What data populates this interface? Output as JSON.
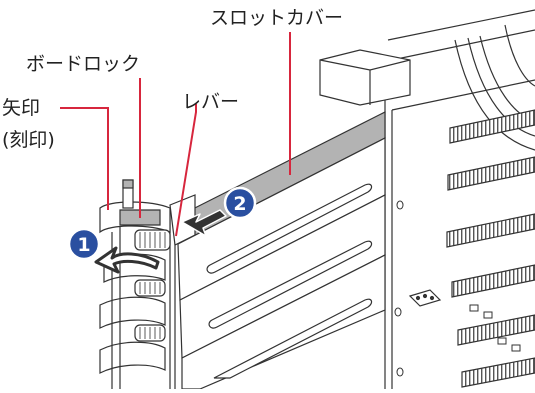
{
  "labels": {
    "slot_cover": "スロットカバー",
    "board_lock": "ボードロック",
    "arrow_mark_line1": "矢印",
    "arrow_mark_line2": "(刻印)",
    "lever": "レバー"
  },
  "steps": {
    "step1": "1",
    "step2": "2"
  },
  "icons": {
    "step_badge": "numbered-circle-icon",
    "rotate_arrow": "curved-arrow-icon",
    "slide_arrow": "straight-arrow-icon"
  },
  "colors": {
    "leader_line": "#d7263d",
    "step_badge_fill": "#2a4fa0",
    "step_badge_text": "#ffffff",
    "line_art": "#333333",
    "highlight": "#b3b3b3",
    "label_text": "#222222"
  }
}
